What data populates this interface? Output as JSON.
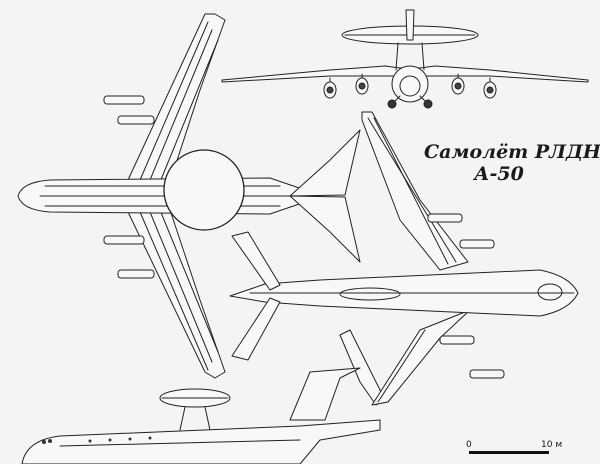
{
  "title": {
    "line1": "Самолёт РЛДН",
    "line2": "А-50"
  },
  "scale": {
    "zero": "0",
    "ten": "10 м"
  },
  "colors": {
    "paper": "#f4f4f2",
    "ink": "#222222"
  }
}
